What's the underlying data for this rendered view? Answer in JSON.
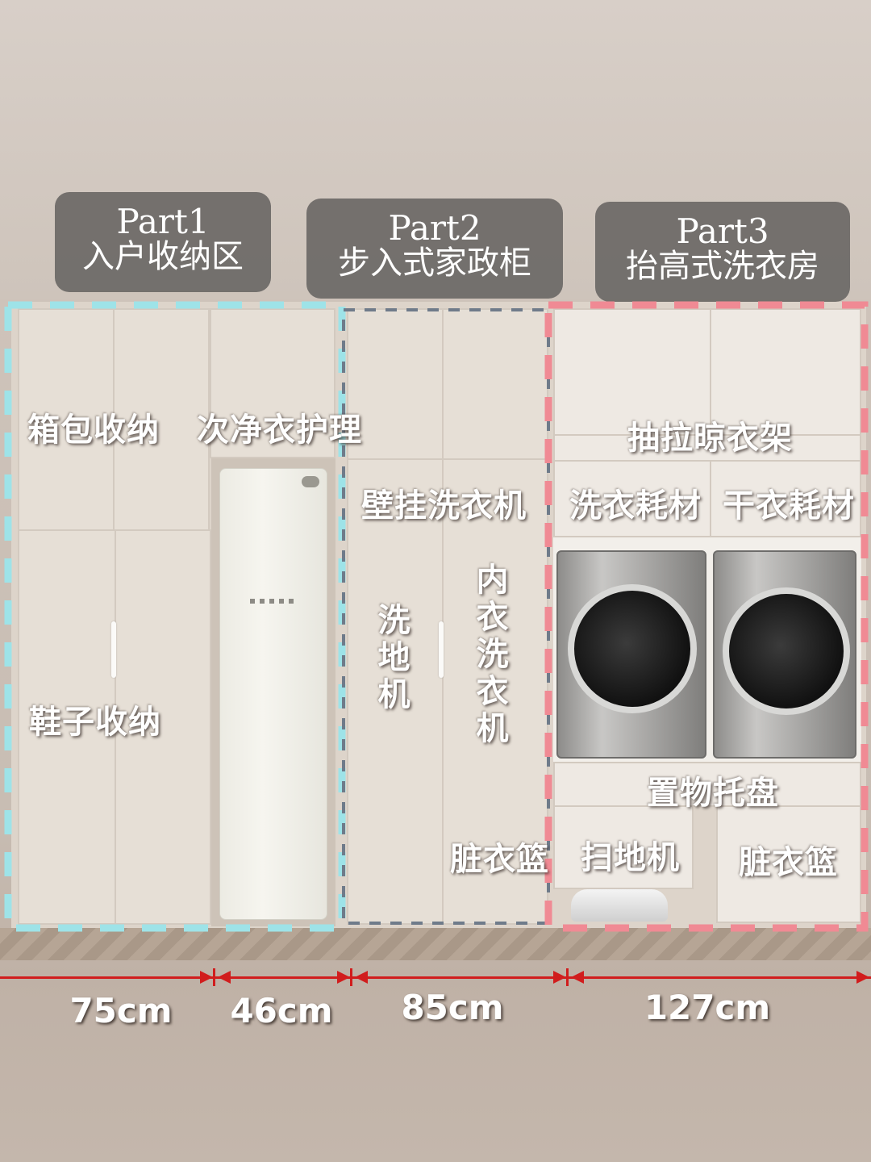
{
  "sections": [
    {
      "part": "Part1",
      "name": "入户收纳区"
    },
    {
      "part": "Part2",
      "name": "步入式家政柜"
    },
    {
      "part": "Part3",
      "name": "抬高式洗衣房"
    }
  ],
  "labels": {
    "luggage": "箱包收纳",
    "shoes": "鞋子收纳",
    "semi_clean": "次净衣护理",
    "wall_washer": "壁挂洗衣机",
    "floor_washer": "洗地机",
    "underwear_washer": "内衣洗衣机",
    "laundry_basket_1": "脏衣篮",
    "drying_rack": "抽拉晾衣架",
    "wash_supplies": "洗衣耗材",
    "dry_supplies": "干衣耗材",
    "tray": "置物托盘",
    "robot_vacuum": "扫地机",
    "laundry_basket_2": "脏衣篮"
  },
  "dimensions": [
    "75cm",
    "46cm",
    "85cm",
    "127cm"
  ],
  "colors": {
    "frame1": "#9ee3e8",
    "frame2": "#6f7b8a",
    "frame3": "#f08a94",
    "measure": "#d11d1d"
  },
  "icons": [
    "lg-logo-icon",
    "washer-icon",
    "dryer-icon",
    "robot-vacuum-icon"
  ]
}
